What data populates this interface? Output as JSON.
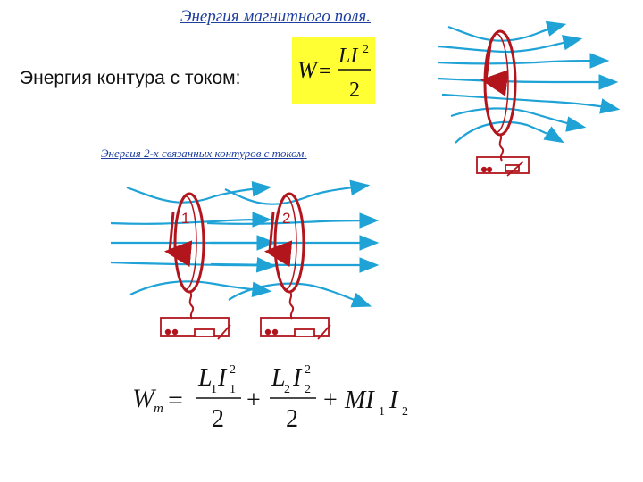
{
  "title": "Энергия магнитного поля.",
  "circuit_energy_label": "Энергия контура с током:",
  "single_formula": {
    "lhs": "W",
    "eq": "=",
    "num": "LI",
    "num_exp": "2",
    "den": "2"
  },
  "coupled_label": "Энергия 2-х связанных контуров с током.",
  "coil_labels": [
    "1",
    "2"
  ],
  "coupled_formula": {
    "lhs": "W",
    "lhs_sub": "m",
    "eq": "=",
    "t1_num": "L",
    "t1_sub": "1",
    "t1_var": "I",
    "t1_exp": "2",
    "t1_sub2": "1",
    "t1_den": "2",
    "plus1": "+",
    "t2_num": "L",
    "t2_sub": "2",
    "t2_var": "I",
    "t2_exp": "2",
    "t2_sub2": "2",
    "t2_den": "2",
    "plus2": "+",
    "m_term": "MI",
    "m_sub1": "1",
    "m_var": "I",
    "m_sub2": "2"
  },
  "colors": {
    "field_lines": "#1fa3d6",
    "coil": "#b3151d",
    "title": "#1f3f9f",
    "formula_bg": "#ffff33"
  }
}
